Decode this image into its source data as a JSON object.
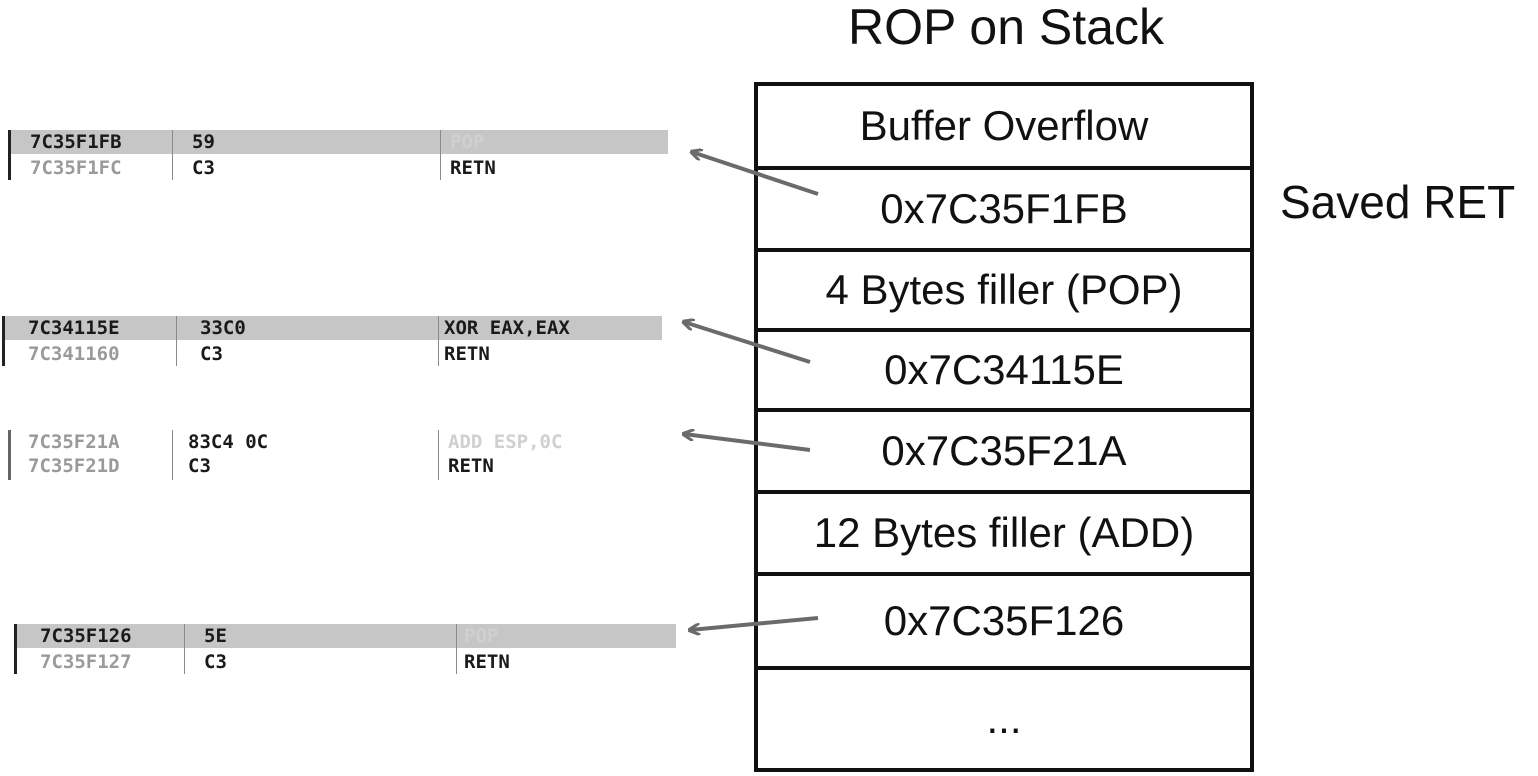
{
  "title": "ROP on Stack",
  "saved_ret_label": "Saved RET",
  "stack_cells": [
    "Buffer Overflow",
    "0x7C35F1FB",
    "4 Bytes filler (POP)",
    "0x7C34115E",
    "0x7C35F21A",
    "12 Bytes filler (ADD)",
    "0x7C35F126",
    "..."
  ],
  "gadgets": [
    {
      "rows": [
        {
          "addr": "7C35F1FB",
          "bytes": "59",
          "instr": "POP"
        },
        {
          "addr": "7C35F1FC",
          "bytes": "C3",
          "instr": "RETN"
        }
      ]
    },
    {
      "rows": [
        {
          "addr": "7C34115E",
          "bytes": "33C0",
          "instr": "XOR EAX,EAX"
        },
        {
          "addr": "7C341160",
          "bytes": "C3",
          "instr": "RETN"
        }
      ]
    },
    {
      "rows": [
        {
          "addr": "7C35F21A",
          "bytes": "83C4 0C",
          "instr": "ADD ESP,0C"
        },
        {
          "addr": "7C35F21D",
          "bytes": "C3",
          "instr": "RETN"
        }
      ]
    },
    {
      "rows": [
        {
          "addr": "7C35F126",
          "bytes": "5E",
          "instr": "POP"
        },
        {
          "addr": "7C35F127",
          "bytes": "C3",
          "instr": "RETN"
        }
      ]
    }
  ]
}
